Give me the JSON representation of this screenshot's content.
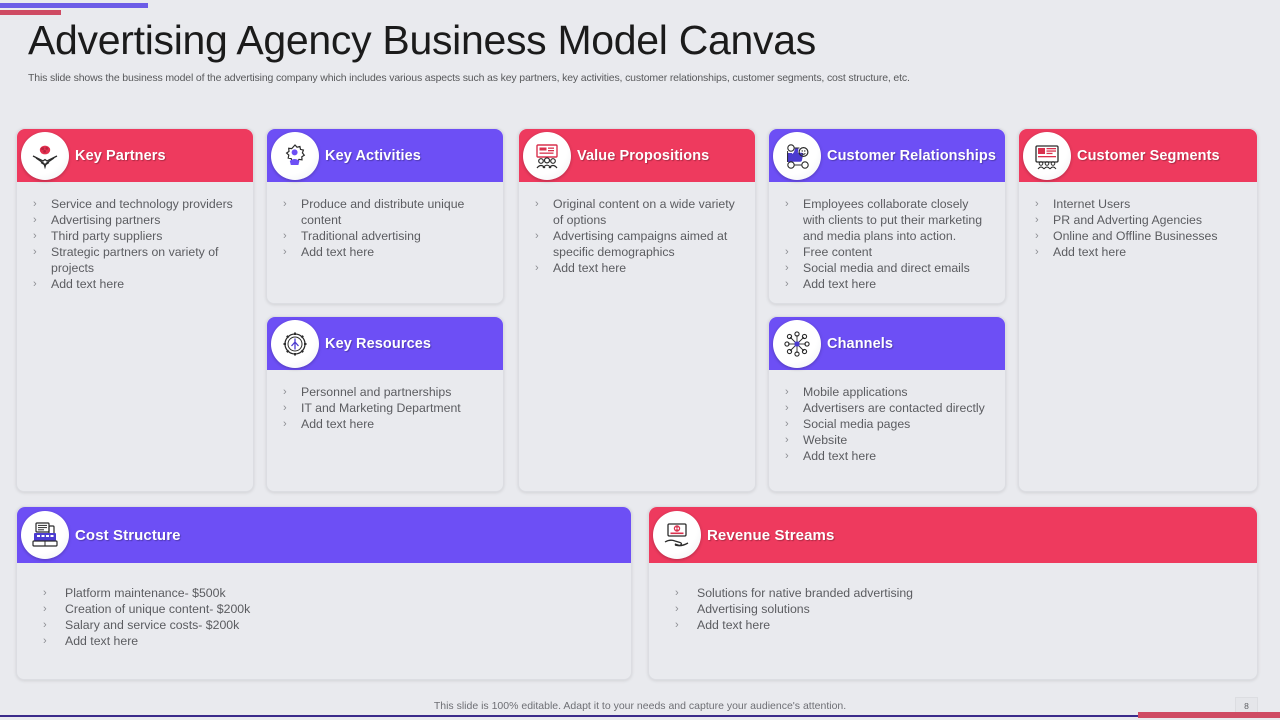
{
  "header": {
    "title": "Advertising Agency Business Model Canvas",
    "subtitle": "This slide shows the business model of the advertising company which includes various aspects such as key partners, key activities, customer relationships, customer segments, cost structure, etc."
  },
  "theme": {
    "pink": "#ee3a5e",
    "purple": "#6d4ff5",
    "background": "#e9eaee",
    "card_background": "#e9eaee",
    "text": "#5b5c60",
    "title_text": "#1b1b1b",
    "rule_purple": "#6c5ce7",
    "rule_crimson": "#cf4b63"
  },
  "bullet_symbol": "›",
  "cards": {
    "key_partners": {
      "title": "Key Partners",
      "icon": "handshake-partners-icon",
      "color": "pink",
      "items": [
        "Service and technology providers",
        "Advertising partners",
        "Third party suppliers",
        "Strategic partners on variety of projects",
        "Add text here"
      ]
    },
    "key_activities": {
      "title": "Key Activities",
      "icon": "gear-person-icon",
      "color": "purple",
      "items": [
        "Produce and distribute unique content",
        "Traditional advertising",
        "Add text here"
      ]
    },
    "key_resources": {
      "title": "Key Resources",
      "icon": "gear-resources-icon",
      "color": "purple",
      "items": [
        "Personnel and partnerships",
        "IT and Marketing Department",
        "Add text here"
      ]
    },
    "value_propositions": {
      "title": "Value Propositions",
      "icon": "presentation-audience-icon",
      "color": "pink",
      "items": [
        "Original content on a wide variety of options",
        "Advertising campaigns aimed at specific demographics",
        "Add text here"
      ]
    },
    "customer_relationships": {
      "title": "Customer Relationships",
      "icon": "thumbs-up-feedback-icon",
      "color": "purple",
      "items": [
        "Employees collaborate closely with clients to put their marketing and media plans into action.",
        "Free content",
        "Social media and direct emails",
        "Add text here"
      ]
    },
    "channels": {
      "title": "Channels",
      "icon": "network-nodes-icon",
      "color": "purple",
      "items": [
        "Mobile applications",
        "Advertisers are contacted directly",
        "Social media pages",
        "Website",
        "Add text here"
      ]
    },
    "customer_segments": {
      "title": "Customer Segments",
      "icon": "audience-group-icon",
      "color": "pink",
      "items": [
        "Internet Users",
        "PR and Adverting Agencies",
        "Online and Offline Businesses",
        "Add text here"
      ]
    },
    "cost_structure": {
      "title": "Cost Structure",
      "icon": "cash-register-icon",
      "color": "purple",
      "items": [
        "Platform maintenance- $500k",
        "Creation of unique content- $200k",
        "Salary and service costs- $200k",
        "Add text here"
      ]
    },
    "revenue_streams": {
      "title": "Revenue Streams",
      "icon": "hand-money-icon",
      "color": "pink",
      "items": [
        "Solutions for native branded advertising",
        "Advertising solutions",
        "Add text here"
      ]
    }
  },
  "footer": {
    "note": "This slide is 100% editable. Adapt it to your needs and capture your audience's attention.",
    "page_number": "8"
  }
}
